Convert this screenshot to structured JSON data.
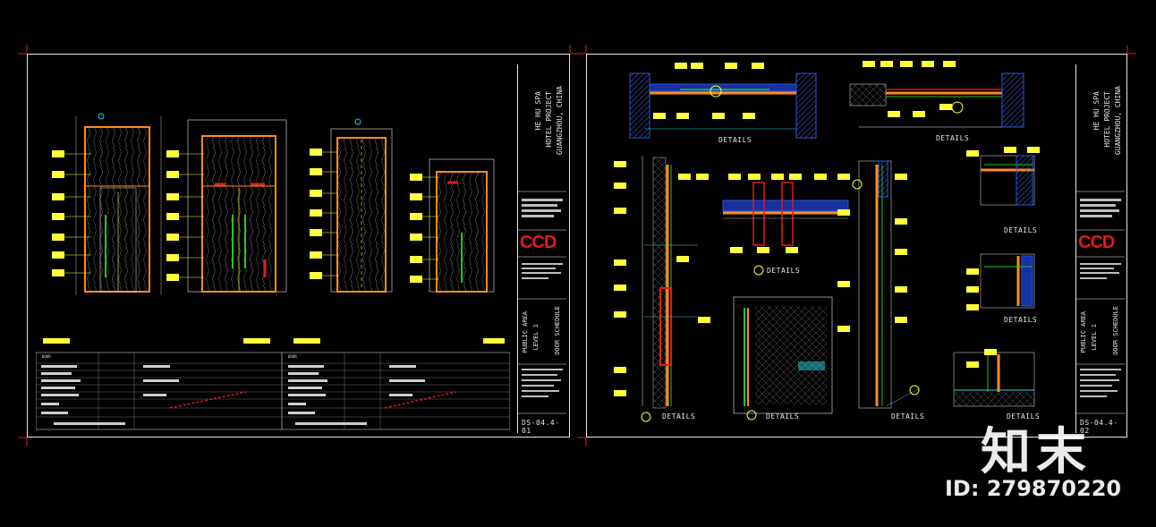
{
  "colors": {
    "background": "#000000",
    "frame": "#e8e8e8",
    "label": "#ffff3c",
    "door_frame": "#ff8c1a",
    "accent_red": "#e11b1b",
    "accent_green": "#25c425",
    "accent_cyan": "#29d3e0",
    "wall_blue": "#2b57d9"
  },
  "sheet_left": {
    "project": {
      "hotel": "HE HU SPA",
      "subtitle": "HOTEL PROJECT",
      "location": "GUANGZHOU, CHINA"
    },
    "drawing": {
      "area": "PUBLIC AREA",
      "level": "LEVEL 1",
      "title": "DOOR SCHEDULE"
    },
    "sheet_number": "DS-04.4-01",
    "firm_logo": "CCD",
    "schedule_notes": [
      "DOOR",
      "DOOR"
    ]
  },
  "sheet_right": {
    "project": {
      "hotel": "HE HU SPA",
      "subtitle": "HOTEL PROJECT",
      "location": "GUANGZHOU, CHINA"
    },
    "drawing": {
      "area": "PUBLIC AREA",
      "level": "LEVEL 1",
      "title": "DOOR SCHEDULE"
    },
    "sheet_number": "DS-04.4-02",
    "firm_logo": "CCD",
    "detail_labels": [
      "DETAILS",
      "DETAILS",
      "DETAILS",
      "DETAILS",
      "DETAILS",
      "DETAILS",
      "DETAILS",
      "DETAILS",
      "DETAILS"
    ]
  },
  "watermark": {
    "logo": "知末",
    "id": "ID: 279870220"
  }
}
